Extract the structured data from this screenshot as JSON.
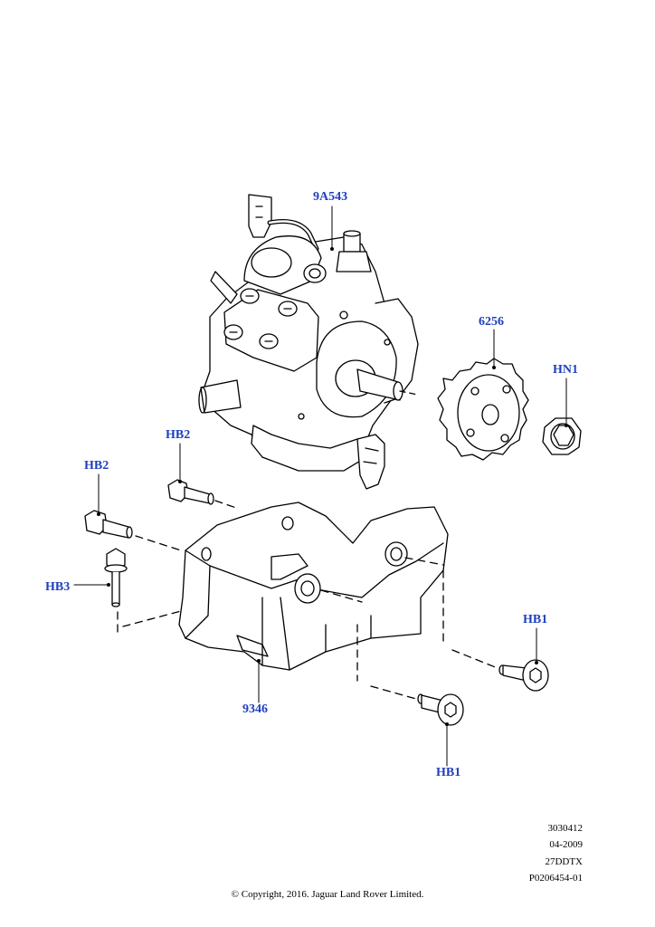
{
  "callouts": {
    "pump": "9A543",
    "sprocket": "6256",
    "nut": "HN1",
    "bolt_hb2_upper": "HB2",
    "bolt_hb2_lower": "HB2",
    "bolt_hb3": "HB3",
    "bracket": "9346",
    "bolt_hb1_right": "HB1",
    "bolt_hb1_lower": "HB1"
  },
  "reference": {
    "line1": "3030412",
    "line2": "04-2009",
    "line3": "27DDTX",
    "line4": "P0206454-01"
  },
  "copyright": "© Copyright, 2016. Jaguar Land Rover Limited.",
  "colors": {
    "callout": "#1f3fbf",
    "line": "#000000"
  }
}
